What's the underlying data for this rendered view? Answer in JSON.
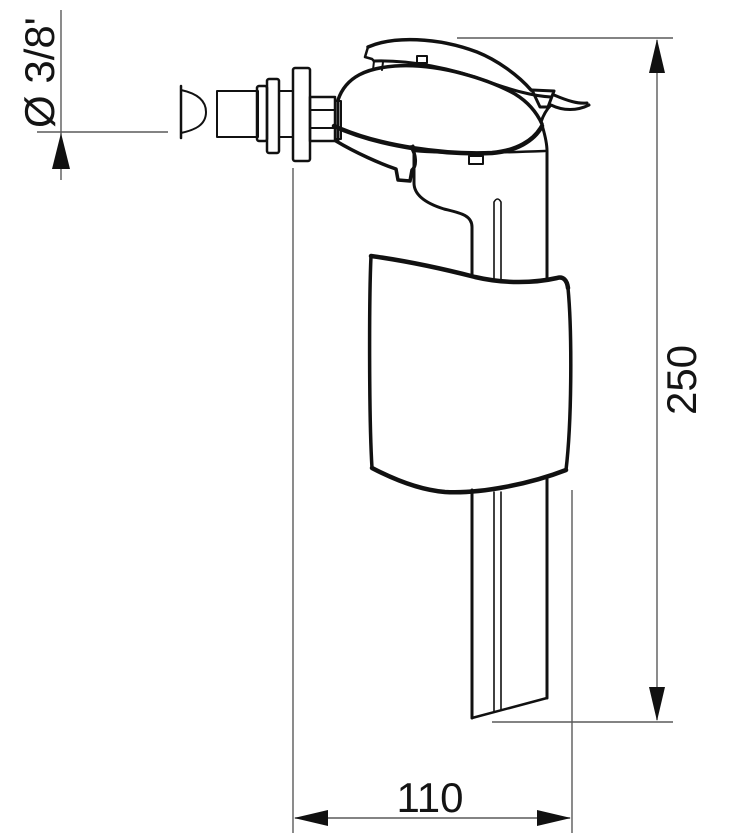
{
  "drawing": {
    "name": "fill-valve-technical-drawing",
    "type": "line-drawing-with-dimensions",
    "dimensions": {
      "inlet_thread_diameter": "Ø 3/8'",
      "overall_height": "250",
      "overall_width": "110"
    },
    "colors": {
      "line": "#111111",
      "dimension_line": "#5a5a5a",
      "background": "#ffffff",
      "text": "#141414"
    }
  }
}
